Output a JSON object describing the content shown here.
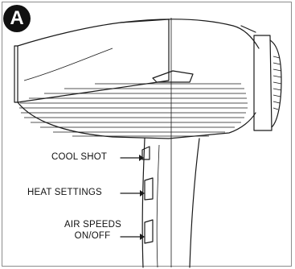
{
  "badge": {
    "letter": "A"
  },
  "callouts": {
    "cool_shot": "COOL SHOT",
    "heat_settings": "HEAT SETTINGS",
    "air_speeds_line1": "AIR SPEEDS",
    "air_speeds_line2": "ON/OFF"
  }
}
